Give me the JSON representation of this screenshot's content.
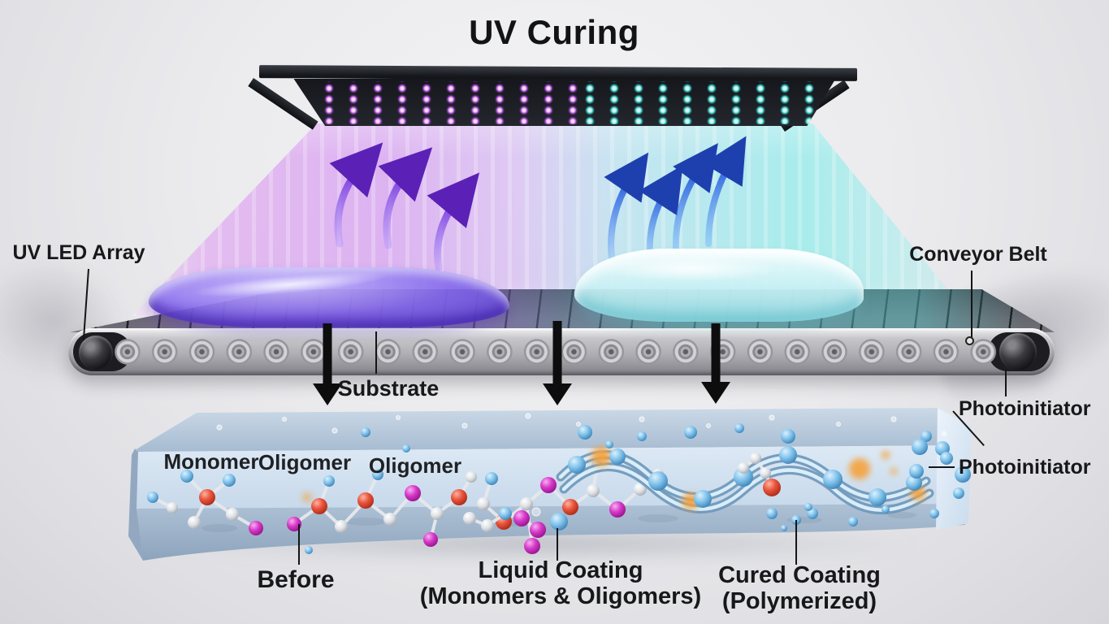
{
  "title": "UV Curing",
  "callouts": {
    "uv_led_array": "UV LED Array",
    "conveyor_belt": "Conveyor Belt",
    "substrate": "Substrate",
    "photoinitiator_top": "Photoinitiator",
    "photoinitiator_side": "Photoinitiator"
  },
  "band_labels": {
    "monomer": "Monomer",
    "oligomer_1": "Oligomer",
    "oligomer_2": "Oligomer"
  },
  "stage_labels": {
    "before": "Before",
    "liquid_coating_title": "Liquid Coating",
    "liquid_coating_sub": "(Monomers & Oligomers)",
    "cured_coating_title": "Cured Coating",
    "cured_coating_sub": "(Polymerized)"
  },
  "colors": {
    "led_purple": "#df7af3",
    "led_cyan": "#6ef0e8",
    "beam_purple": "#d08af0",
    "beam_cyan": "#76ebe9",
    "arrow_purple": "#6d28d9",
    "arrow_blue": "#1d4ed8",
    "liquid_coating": "#8166eb",
    "cured_coating": "#c4eff3",
    "band_blue": "#d3e1ef",
    "atom_red": "#e8543d",
    "atom_magenta": "#d63bc8",
    "atom_white": "#dfe2e6",
    "atom_blue": "#7cc0ea",
    "glow_orange": "#f6a13a"
  }
}
